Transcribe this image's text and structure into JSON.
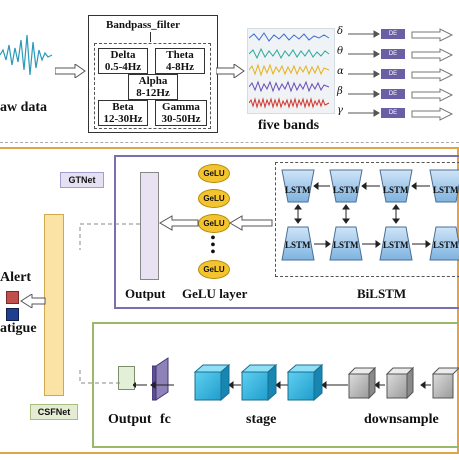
{
  "top": {
    "raw_label": "aw data",
    "filter_title": "Bandpass_filter",
    "bands": [
      {
        "name": "Delta",
        "range": "0.5-4Hz"
      },
      {
        "name": "Theta",
        "range": "4-8Hz"
      },
      {
        "name": "Alpha",
        "range": "8-12Hz"
      },
      {
        "name": "Beta",
        "range": "12-30Hz"
      },
      {
        "name": "Gamma",
        "range": "30-50Hz"
      }
    ],
    "five_bands_label": "five bands",
    "greek": [
      "δ",
      "θ",
      "α",
      "β",
      "γ"
    ],
    "de_label": "DE",
    "band_colors": [
      "#3b6fd6",
      "#2aa8a0",
      "#e6b020",
      "#6b4bb8",
      "#d0342c"
    ]
  },
  "gtnet": {
    "tag": "GTNet",
    "gelu_label": "GeLU",
    "output_label": "Output",
    "gelu_layer_label": "GeLU layer",
    "bilstm_label": "BiLSTM",
    "lstm_label": "LSTM"
  },
  "csfnet": {
    "tag": "CSFNet",
    "output_label": "Output",
    "fc_label": "fc",
    "stage_label": "stage",
    "downsample_label": "downsample"
  },
  "left": {
    "alert_label": "Alert",
    "fatigue_label": "atigue",
    "alert_color": "#c0504d",
    "fatigue_color": "#1f3f8f"
  }
}
